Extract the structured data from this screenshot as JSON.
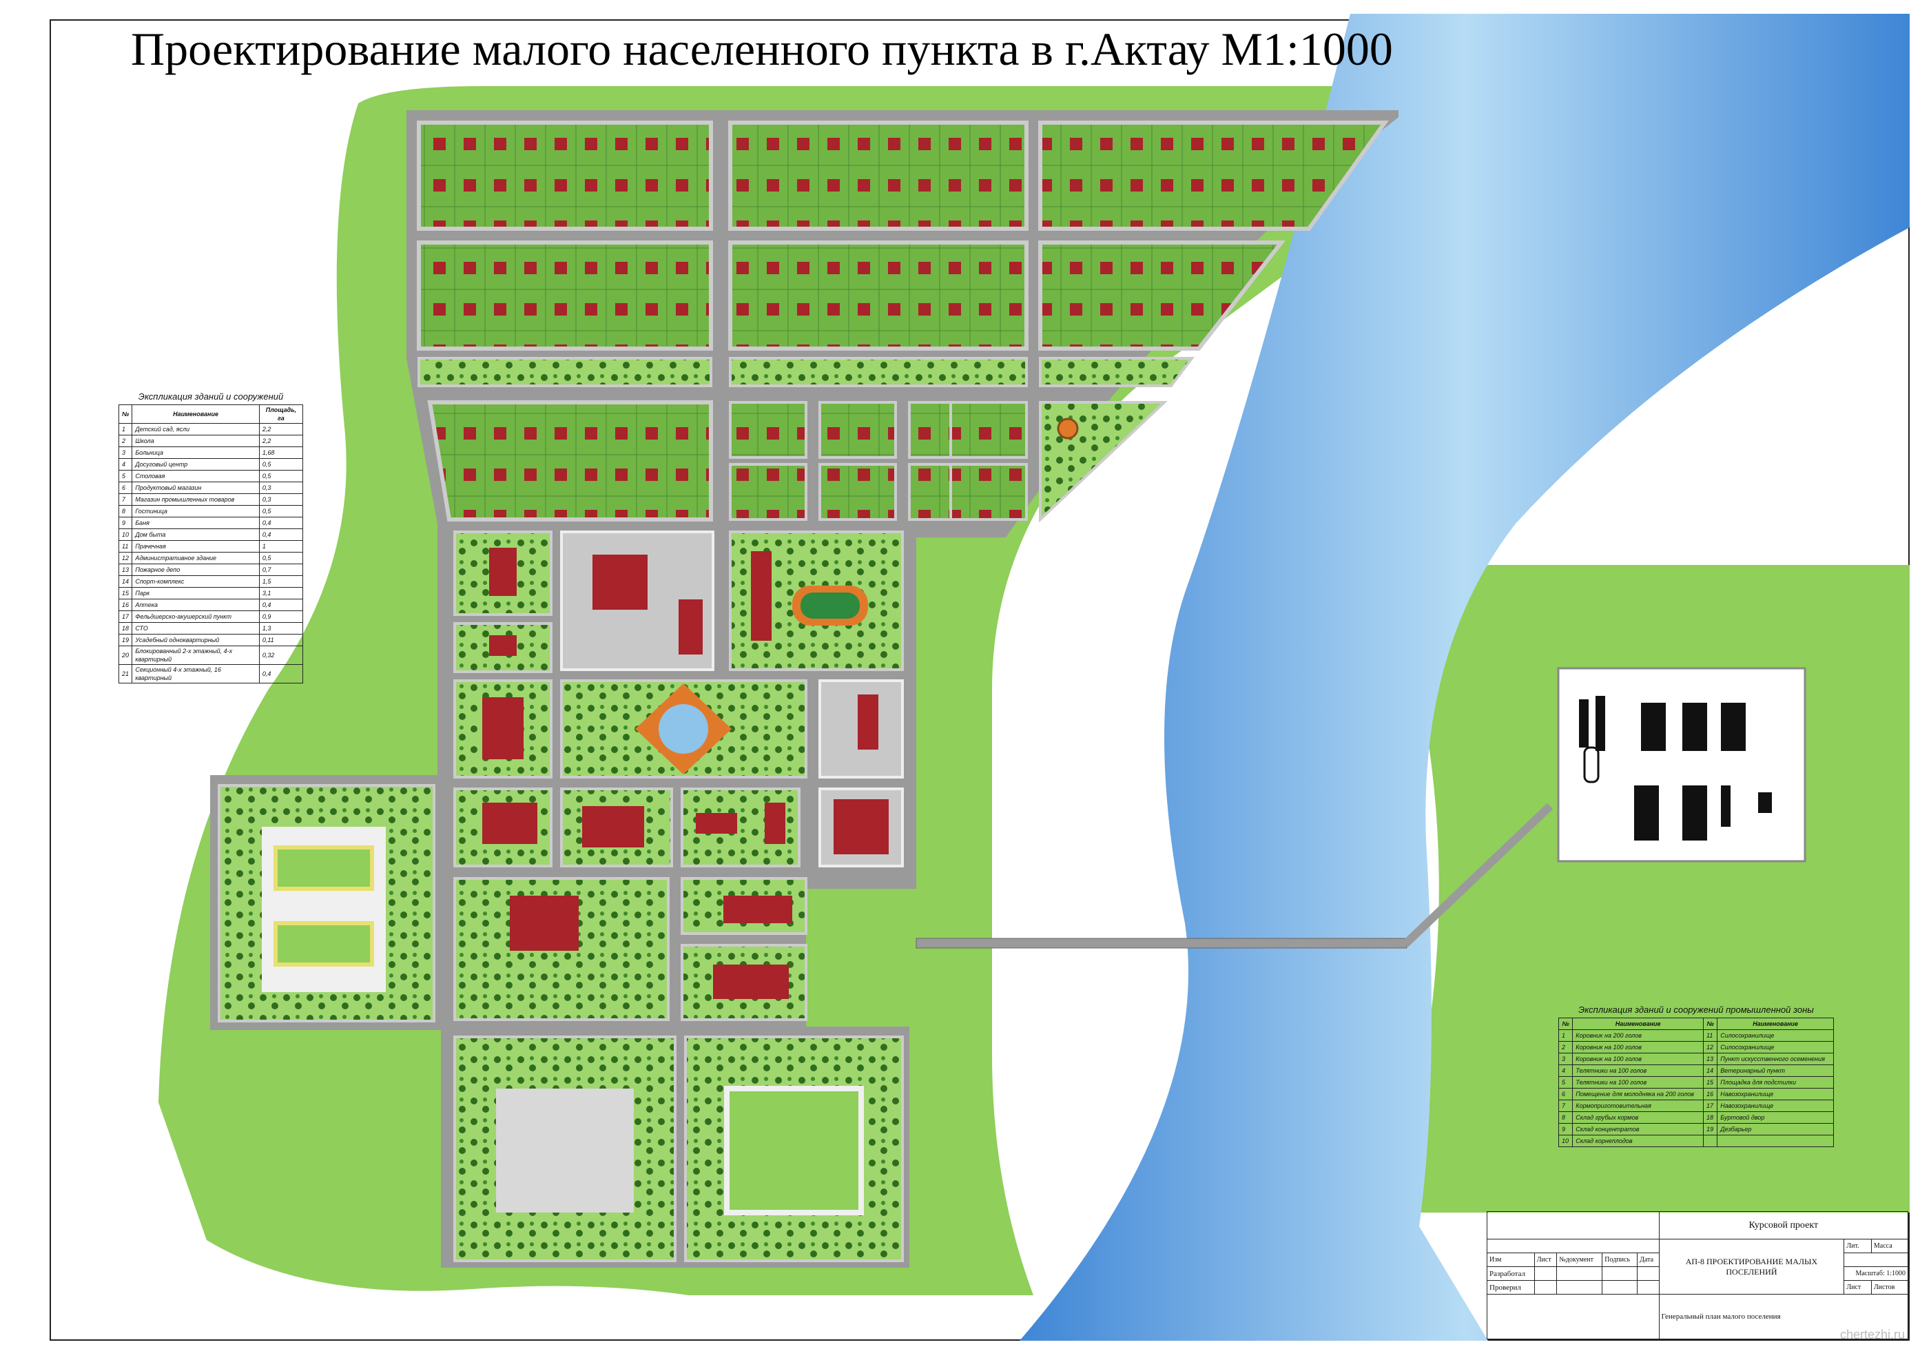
{
  "title": "Проектирование малого населенного пункта в г.Актау М1:1000",
  "legend_residential": {
    "caption": "Экспликация зданий и сооружений",
    "headers": [
      "№",
      "Наименование",
      "Площадь, га"
    ],
    "rows": [
      [
        "1",
        "Детский сад, ясли",
        "2,2"
      ],
      [
        "2",
        "Школа",
        "2,2"
      ],
      [
        "3",
        "Больница",
        "1,68"
      ],
      [
        "4",
        "Досуговый центр",
        "0,5"
      ],
      [
        "5",
        "Столовая",
        "0,5"
      ],
      [
        "6",
        "Продуктовый магазин",
        "0,3"
      ],
      [
        "7",
        "Магазин промышленных товаров",
        "0,3"
      ],
      [
        "8",
        "Гостиница",
        "0,5"
      ],
      [
        "9",
        "Баня",
        "0,4"
      ],
      [
        "10",
        "Дом быта",
        "0,4"
      ],
      [
        "11",
        "Прачечная",
        "1"
      ],
      [
        "12",
        "Административное здание",
        "0,5"
      ],
      [
        "13",
        "Пожарное депо",
        "0,7"
      ],
      [
        "14",
        "Спорт-комплекс",
        "1,5"
      ],
      [
        "15",
        "Парк",
        "3,1"
      ],
      [
        "16",
        "Аптека",
        "0,4"
      ],
      [
        "17",
        "Фельдшерско-акушерский пункт",
        "0,9"
      ],
      [
        "18",
        "СТО",
        "1,3"
      ],
      [
        "19",
        "Усадебный одноквартирный",
        "0,11"
      ],
      [
        "20",
        "Блокированный 2-х этажный, 4-х квартирный",
        "0,32"
      ],
      [
        "21",
        "Секционный 4-х этажный, 16 квартирный",
        "0,4"
      ]
    ]
  },
  "legend_industrial": {
    "caption": "Экспликация зданий и сооружений промышленной зоны",
    "headers": [
      "№",
      "Наименование",
      "№",
      "Наименование"
    ],
    "rows": [
      [
        "1",
        "Коровник на 200 голов",
        "11",
        "Силосохранилище"
      ],
      [
        "2",
        "Коровник на 100 голов",
        "12",
        "Силосохранилище"
      ],
      [
        "3",
        "Коровник на 100 голов",
        "13",
        "Пункт искусственного осеменения"
      ],
      [
        "4",
        "Телятники на 100 голов",
        "14",
        "Ветеринарный пункт"
      ],
      [
        "5",
        "Телятники на 100 голов",
        "15",
        "Площадка для подстилки"
      ],
      [
        "6",
        "Помещение для молодняка на 200 голов",
        "16",
        "Навозохранилище"
      ],
      [
        "7",
        "Кормоприготовительная",
        "17",
        "Навозохранилище"
      ],
      [
        "8",
        "Склад грубых кормов",
        "18",
        "Буртовой двор"
      ],
      [
        "9",
        "Склад концентратов",
        "19",
        "Дезбарьер"
      ],
      [
        "10",
        "Склад корнеплодов",
        "",
        ""
      ]
    ]
  },
  "stamp": {
    "course": "Курсовой проект",
    "project": "АП-8 ПРОЕКТИРОВАНИЕ МАЛЫХ ПОСЕЛЕНИЙ",
    "sheet_title": "Генеральный план малого поселения",
    "cols": [
      "Изм",
      "Лист",
      "№документ",
      "Подпись",
      "Дата"
    ],
    "roles": [
      "Разработал",
      "Проверил"
    ],
    "lit": "Лит.",
    "mass": "Масса",
    "scale_label": "Масштаб",
    "scale": "1:1000",
    "sheet": "Лист",
    "sheets": "Листов"
  },
  "watermark": "chertezhi.ru",
  "colors": {
    "land": "#8fcf5a",
    "water": "#8ec3ea",
    "road": "#9a9a9a",
    "building": "#a8232a",
    "plaza": "#c8c8c8"
  }
}
